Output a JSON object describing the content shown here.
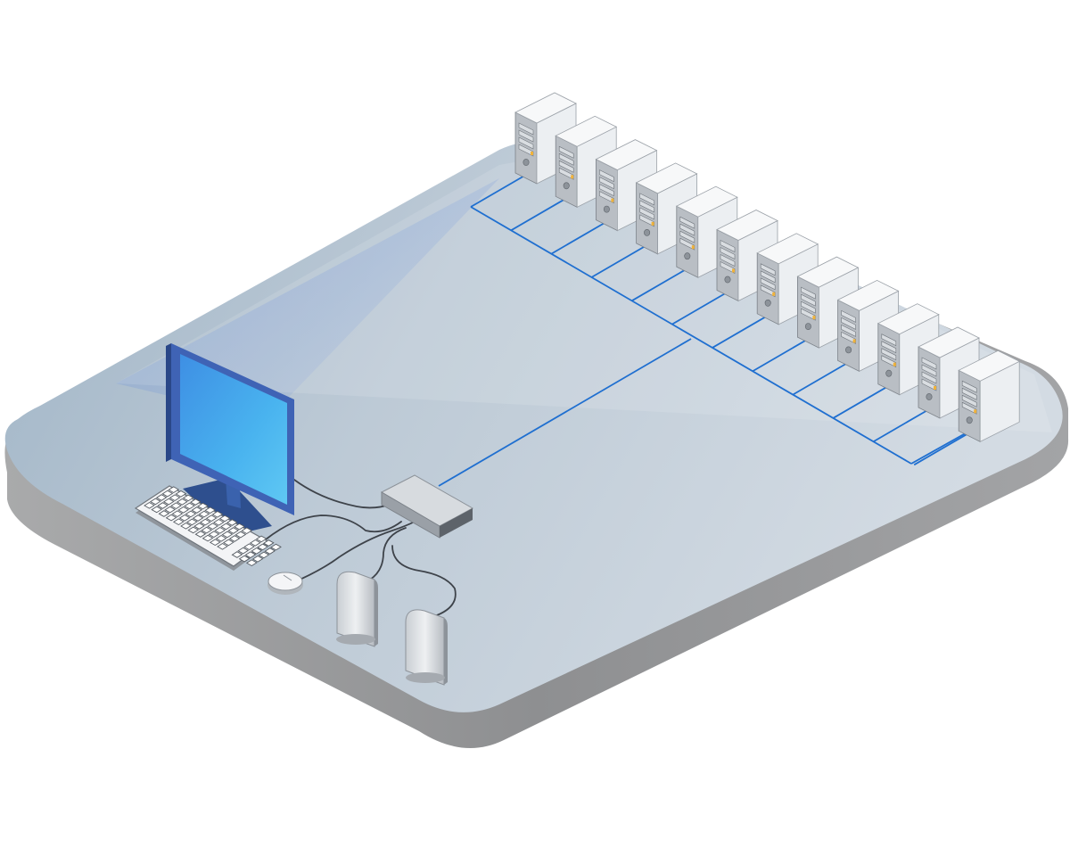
{
  "diagram": {
    "server_count": 12,
    "components": [
      {
        "name": "kvm-switch",
        "icon": "kvm-switch-icon"
      },
      {
        "name": "monitor",
        "icon": "monitor-icon"
      },
      {
        "name": "keyboard",
        "icon": "keyboard-icon"
      },
      {
        "name": "mouse",
        "icon": "mouse-icon"
      },
      {
        "name": "speaker-left",
        "icon": "speaker-icon"
      },
      {
        "name": "speaker-right",
        "icon": "speaker-icon"
      },
      {
        "name": "server-tower",
        "icon": "server-tower-icon"
      }
    ],
    "colors": {
      "platform_top": "#c5d1dc",
      "platform_edge": "#9a9b9d",
      "cable_blue": "#1f6fd0",
      "cable_dark": "#3e434a",
      "monitor_frame": "#3f63b5",
      "monitor_screen": "#48b0ee",
      "device_light": "#eceff2",
      "device_mid": "#c7ccd2",
      "device_dark": "#8d939a"
    }
  }
}
